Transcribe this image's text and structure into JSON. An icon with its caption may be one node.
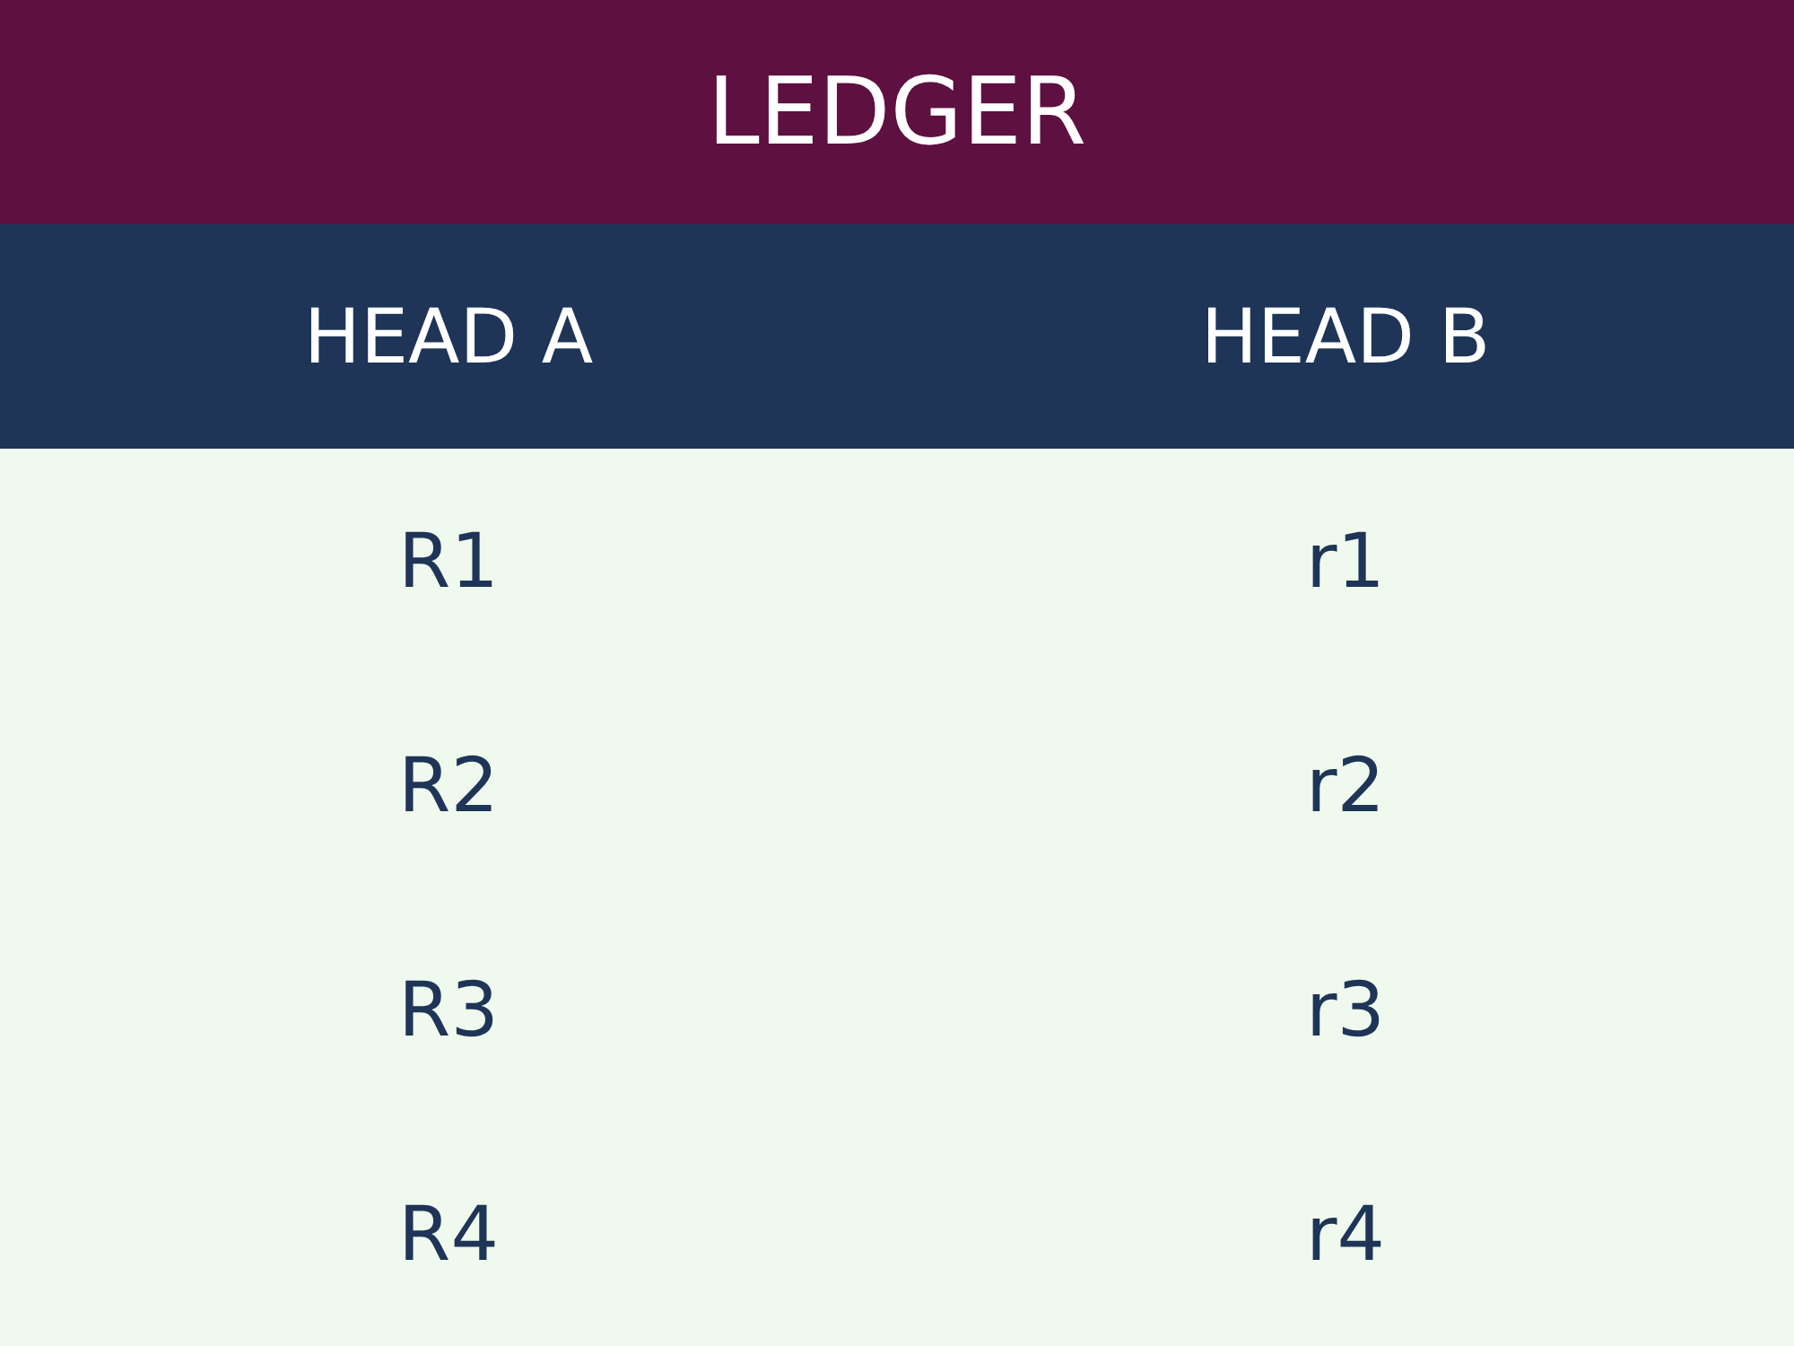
{
  "diagram": {
    "title": "LEDGER",
    "labels": [
      "HEAD A",
      "HEAD B",
      "R1",
      "r1",
      "R2",
      "r2",
      "R3",
      "r3",
      "R4",
      "r4"
    ]
  }
}
